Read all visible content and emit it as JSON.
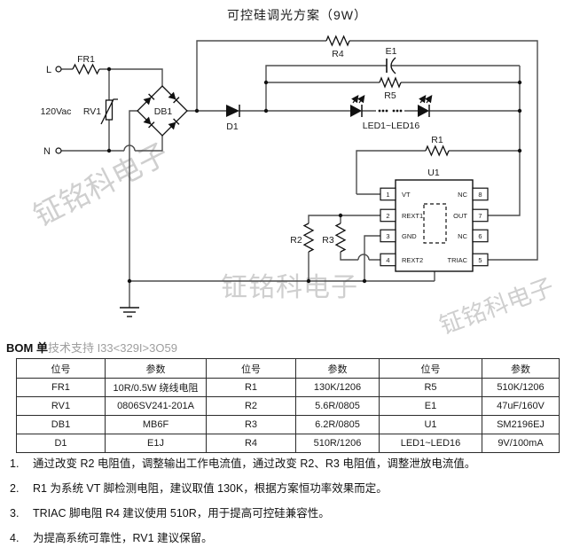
{
  "title": "可控硅调光方案（9W）",
  "watermark": "钲铭科电子",
  "schematic": {
    "labels": {
      "l": "L",
      "n": "N",
      "vac": "120Vac",
      "fr1": "FR1",
      "rv1": "RV1",
      "db1": "DB1",
      "d1": "D1",
      "r1": "R1",
      "r2": "R2",
      "r3": "R3",
      "r4": "R4",
      "r5": "R5",
      "e1": "E1",
      "u1": "U1",
      "led": "LED1~LED16"
    },
    "ic": {
      "name": "U1",
      "left_pins": [
        {
          "num": "1",
          "name": "VT"
        },
        {
          "num": "2",
          "name": "REXT1"
        },
        {
          "num": "3",
          "name": "GND"
        },
        {
          "num": "4",
          "name": "REXT2"
        }
      ],
      "right_pins": [
        {
          "num": "8",
          "name": "NC"
        },
        {
          "num": "7",
          "name": "OUT"
        },
        {
          "num": "6",
          "name": "NC"
        },
        {
          "num": "5",
          "name": "TRIAC"
        }
      ]
    }
  },
  "bom": {
    "heading_bold": "BOM 单",
    "heading_gray": "技术支持 I33<329I>3O59",
    "headers": [
      "位号",
      "参数",
      "位号",
      "参数",
      "位号",
      "参数"
    ],
    "rows": [
      [
        "FR1",
        "10R/0.5W 绕线电阻",
        "R1",
        "130K/1206",
        "R5",
        "510K/1206"
      ],
      [
        "RV1",
        "0806SV241-201A",
        "R2",
        "5.6R/0805",
        "E1",
        "47uF/160V"
      ],
      [
        "DB1",
        "MB6F",
        "R3",
        "6.2R/0805",
        "U1",
        "SM2196EJ"
      ],
      [
        "D1",
        "E1J",
        "R4",
        "510R/1206",
        "LED1~LED16",
        "9V/100mA"
      ]
    ]
  },
  "notes": [
    {
      "num": "1.",
      "text": "通过改变 R2 电阻值，调整输出工作电流值，通过改变 R2、R3 电阻值，调整泄放电流值。"
    },
    {
      "num": "2.",
      "text": "R1 为系统 VT 脚检测电阻，建议取值 130K，根据方案恒功率效果而定。"
    },
    {
      "num": "3.",
      "text": "TRIAC 脚电阻 R4 建议使用 510R，用于提高可控硅兼容性。"
    },
    {
      "num": "4.",
      "text": "为提高系统可靠性，RV1 建议保留。"
    }
  ],
  "colors": {
    "wire": "#4d4d4d",
    "symbol": "#111111",
    "watermark": "#cfcfcf",
    "gray_text": "#9e9e9e"
  }
}
